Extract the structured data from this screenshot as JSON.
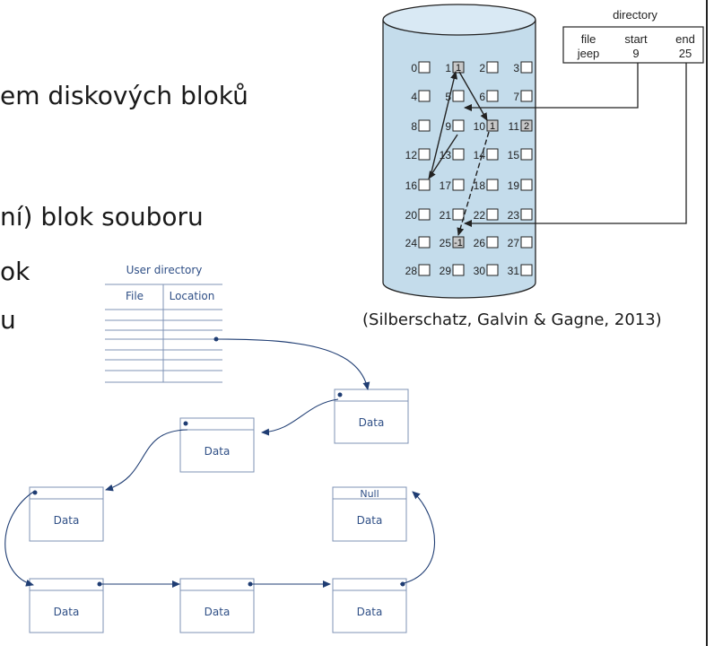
{
  "slide": {
    "lines": [
      "em diskových bloků",
      "ní) blok souboru",
      "ok",
      "u"
    ],
    "citation": "(Silberschatz, Galvin & Gagne, 2013)"
  },
  "disk_figure": {
    "directory_title": "directory",
    "columns": [
      "file",
      "start",
      "end"
    ],
    "row": [
      "jeep",
      "9",
      "25"
    ],
    "block_labels": [
      "0",
      "1",
      "2",
      "3",
      "4",
      "5",
      "6",
      "7",
      "8",
      "9",
      "10",
      "11",
      "12",
      "13",
      "14",
      "15",
      "16",
      "17",
      "18",
      "19",
      "20",
      "21",
      "22",
      "23",
      "24",
      "25",
      "26",
      "27",
      "28",
      "29",
      "30",
      "31"
    ],
    "chain_block_values": [
      {
        "block": "1",
        "value": "1"
      },
      {
        "block": "10",
        "value": "1"
      },
      {
        "block": "11",
        "value": "2"
      },
      {
        "block": "25",
        "value": "-1"
      }
    ],
    "colors": {
      "cylinder": "#c4dceb",
      "filled_block": "#c8c8c8",
      "stroke": "#222222"
    }
  },
  "linked_figure": {
    "title": "User directory",
    "headers": [
      "File",
      "Location"
    ],
    "data_label": "Data",
    "null_label": "Null",
    "colors": {
      "stroke": "#7f93b5",
      "text": "#2f4f86",
      "arrow": "#1f3d73"
    }
  }
}
